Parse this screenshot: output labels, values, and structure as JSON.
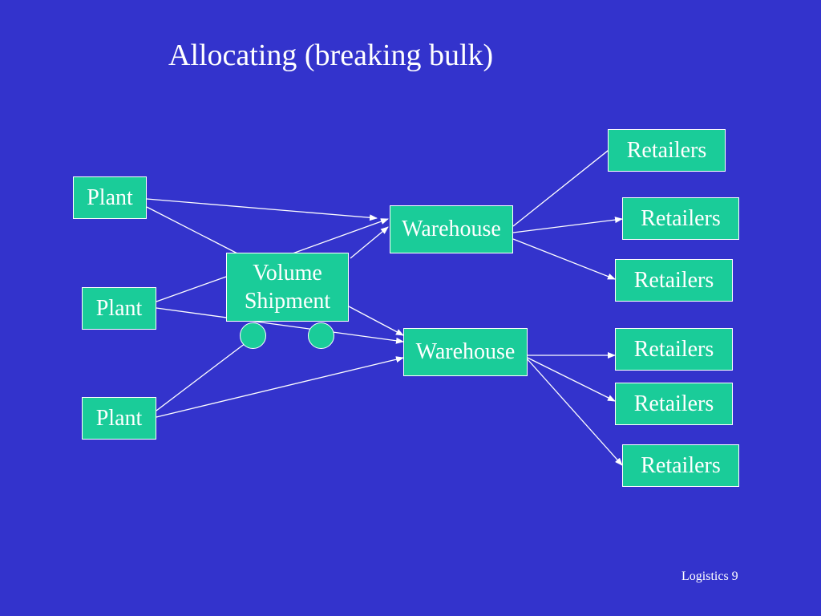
{
  "title": "Allocating (breaking bulk)",
  "nodes": {
    "plant_1": "Plant",
    "plant_2": "Plant",
    "plant_3": "Plant",
    "volume_line1": "Volume",
    "volume_line2": "Shipment",
    "warehouse_1": "Warehouse",
    "warehouse_2": "Warehouse",
    "retailers_1": "Retailers",
    "retailers_2": "Retailers",
    "retailers_3": "Retailers",
    "retailers_4": "Retailers",
    "retailers_5": "Retailers",
    "retailers_6": "Retailers"
  },
  "footer": "Logistics 9",
  "colors": {
    "background": "#3333CC",
    "box_fill": "#1ACC99",
    "line": "#FFFFFF"
  }
}
